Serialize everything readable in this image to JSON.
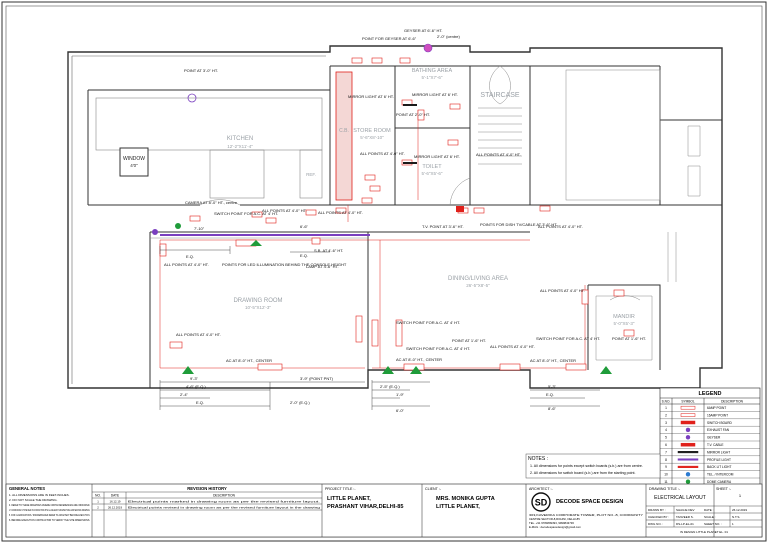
{
  "rooms": {
    "kitchen": {
      "name": "KITCHEN",
      "size": "12'-2\"X11'-4\""
    },
    "bathing": {
      "name": "BATHING AREA",
      "size": "5'-1\"X7'-6\""
    },
    "store": {
      "name": "STORE ROOM",
      "size": "5'-6\"X8'-10\""
    },
    "toilet": {
      "name": "TOILET",
      "size": "5'-6\"X5'-6\""
    },
    "staircase": {
      "name": "STAIRCASE"
    },
    "dining": {
      "name": "DINING/LIVING AREA",
      "size": "26'-5\"X8'-5\""
    },
    "drawing": {
      "name": "DRAWING ROOM",
      "size": "10'-5\"X12'-3\""
    },
    "mandir": {
      "name": "MANDIR",
      "size": "5'-0\"X5'-3\""
    },
    "window": {
      "name": "WINDOW",
      "size": "4'0\""
    },
    "cb": "C.B.",
    "ref": "REF."
  },
  "annotations": {
    "geyser": "GEYSER AT 6'-6\" HT.",
    "geyser_centre": "2'-0\" (centre)",
    "point_geyser": "POINT FOR GEYSER AT 6'-6\"",
    "point_kitchen": "POINT AT 3'-0\" HT.",
    "mirror_light_1": "MIRROR LIGHT AT 6' HT.",
    "mirror_light_2": "MIRROR LIGHT AT 6' HT.",
    "mirror_light_bath": "MIRROR LIGHT AT 6' HT.",
    "point_bath": "POINT AT 2'-0\" HT.",
    "all_points_store": "ALL POINTS AT 4'-0\" HT.",
    "mirror_light_toilet": "MIRROR LIGHT AT 6' HT.",
    "all_points_toilet": "ALL POINTS AT 4'-0\" HT.",
    "camera": "CAMERA AT 8'-0\" HT., centre",
    "switch_point_kitchen": "SWITCH POINT FOR A.C. AT 4' HT.",
    "all_points_kitchen_1": "ALL POINTS AT 4'-0\" HT.",
    "all_points_kitchen_2": "ALL POINTS AT 4'-0\" HT.",
    "tv_point": "T.V. POINT AT 3'-6\" HT.",
    "points_geyser": "POINTS FOR DISH TV/CABLE AT 3'-6\" HT.",
    "all_points_dining": "ALL POINTS AT 4'-0\" HT.",
    "all_points_drawing_left": "ALL POINTS AT 4'-0\" HT.",
    "points_console": "POINTS FOR LED ILLUMINATION BEHIND THE CONSOLE HEIGHT",
    "lamp_console": "LAMP AT 4'-6\" HT.",
    "all_points_mandir": "ALL POINTS AT 4'-0\" HT.",
    "all_points_drawing": "ALL POINTS AT 4'-0\" HT.",
    "point_ac_drawing": "AC AT 8'-0\" HT., CENTER",
    "switch_drawing": "SWITCH POINT FOR A.C. AT 4' HT.",
    "switch_point_dining": "SWITCH POINT FOR A.C. AT 4' HT.",
    "ac_center_dining": "AC AT 8'-0\" HT., CENTER",
    "point_dining": "POINT AT 1'-6\" HT.",
    "all_points_dining2": "ALL POINTS AT 4'-0\" HT.",
    "switch_point_2": "SWITCH POINT FOR A.C. AT 4' HT.",
    "ac_center_2": "AC AT 8'-0\" HT., CENTER",
    "point_mandir": "POINT AT 1'-6\" HT.",
    "sb_hf": "S.B. AT 4'-6\" HT.",
    "eq": "E.Q.",
    "dim_9_3": "9'-3\"",
    "dim_7_10": "7'-10\"",
    "dim_2_4": "2'-4\"",
    "dim_6_6": "6'-6\"",
    "dim_3_9": "3'-9\" (POINT PNT)",
    "dim_4_6": "4'-6\" (E.Q.)",
    "dim_5_3": "5'-3\"",
    "dim_6_0": "6'-0\"",
    "dim_8_6": "8'-6\"",
    "dim_2_0": "2'-0\" (E.Q.)",
    "dim_2_5": "2'-5\" (E.Q.)",
    "dim_1_9": "1'-9\""
  },
  "legend": {
    "title": "LEGEND",
    "headers": [
      "S.NO.",
      "SYMBOL",
      "DESCRIPTION"
    ],
    "rows": [
      {
        "no": "1",
        "desc": "6AMP POINT",
        "color": "#e0201b",
        "kind": "box"
      },
      {
        "no": "2",
        "desc": "16AMP POINT",
        "color": "#e0201b",
        "kind": "box2"
      },
      {
        "no": "3",
        "desc": "SWITCH BOARD",
        "color": "#e0201b",
        "kind": "board"
      },
      {
        "no": "4",
        "desc": "EXHAUST FAN",
        "color": "#7a3fbf",
        "kind": "fan"
      },
      {
        "no": "5",
        "desc": "GEYSER",
        "color": "#7a3fbf",
        "kind": "geyser"
      },
      {
        "no": "6",
        "desc": "T.V. CABLE",
        "color": "#e0201b",
        "kind": "tv"
      },
      {
        "no": "7",
        "desc": "MIRROR LIGHT",
        "color": "#1a1a1a",
        "kind": "bar"
      },
      {
        "no": "8",
        "desc": "PROFILE LIGHT",
        "color": "#7a3fbf",
        "kind": "profile"
      },
      {
        "no": "9",
        "desc": "BACK LIT LIGHT",
        "color": "#e0201b",
        "kind": "backlit"
      },
      {
        "no": "10",
        "desc": "TEL. / INTERCOM",
        "color": "#2b7bd1",
        "kind": "tel"
      },
      {
        "no": "11",
        "desc": "DOME CAMERA",
        "color": "#1f9c3a",
        "kind": "camera"
      }
    ]
  },
  "notes": {
    "title": "NOTES :",
    "lines": [
      "1. All dimensions for points except switch boards (s.b.) are from centre.",
      "2. All dimensions for switch board (s.b.) are from the starting point."
    ]
  },
  "title_block": {
    "general_notes_title": "GENERAL NOTES",
    "general_notes": [
      "1. ALL DIMENSIONS ARE IN FEET-INCHES.",
      "2. DO NOT SCALE THE DRAWING.",
      "3. REFER TO THESE DRAWINGS WHERE CROSS REFERENCES ARE INDICATED.",
      "4. THIS DRAWING IS TO BE READ IN CONJUNCTION WITH ALL RELEVANT ARCHITECTURAL AND SERVICES DRAWINGS.",
      "5. FOR CLARIFICATIONS / DISCREPANCIES REFER TO ARCHITECT BEFORE EXECUTION.",
      "6. BEFORE EXECUTION CONTRACTOR TO VERIFY THE SITE DIMENSIONS."
    ],
    "revision_title": "REVISION HISTORY",
    "revision_headers": [
      "NO.",
      "DATE",
      "DESCRIPTION"
    ],
    "revisions": [
      {
        "no": "1",
        "date": "16.12.19",
        "desc": "Electrical points marked in drawing room as per the revised furniture layout."
      },
      {
        "no": "2",
        "date": "26.12.2019",
        "desc": "Electrical points revised in drawing room as per the revised furniture layout in the drawing"
      }
    ],
    "project_label": "PROJECT TITLE :-",
    "project_title": "LITTLE PLANET,",
    "project_address": "PRASHANT VIHAR,DELHI-85",
    "client_label": "CLIENT :-",
    "client_name": "MRS. MONIKA GUPTA",
    "client_site": "LITTLE PLANET,",
    "architect_label": "ARCHITECT :-",
    "firm_logo": "SD",
    "firm_name": "DECODE SPACE DESIGN",
    "firm_address": [
      "303,KAVERIKA CORPORATE TOWER, PLOT NO.-8, COMMUNITY",
      "CENTRE SECTOR-8,ROHINI, DELHI-85",
      "TEL. +91 9784899393, 9999843736",
      "E-MAIL : decodespacedesign@gmail.com"
    ],
    "drawing_title_label": "DRAWING TITLE :-",
    "drawing_title": "ELECTRICAL LAYOUT",
    "sheet_label": "SHEET :-",
    "sheet_no": "1",
    "rows": [
      {
        "k1": "DRAWN BY :",
        "v1": "SHAILIE DEV",
        "k2": "DATE :",
        "v2": "26.12.2019"
      },
      {
        "k1": "CHECKED BY :",
        "v1": "TANVEER S.",
        "k2": "SCALE :",
        "v2": "N.T.S."
      },
      {
        "k1": "DWG NO. :",
        "v1": "DS-LP-EL-01",
        "k2": "SHEET NO. :",
        "v2": "1"
      }
    ],
    "file_name": "IN DESIGN LITTLE PLANET EL. 01"
  }
}
